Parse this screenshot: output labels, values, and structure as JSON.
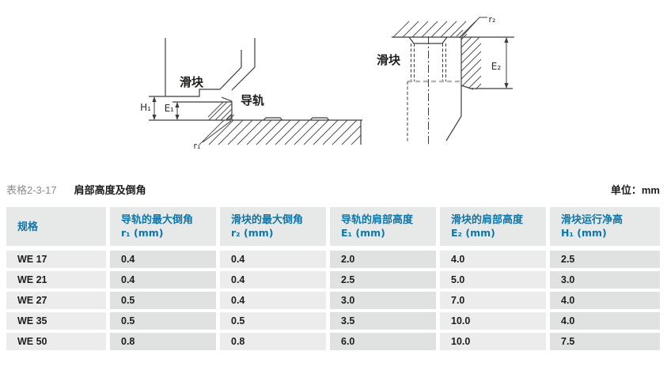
{
  "title": {
    "label": "表格2-3-17",
    "name": "肩部高度及倒角",
    "unit": "单位：mm"
  },
  "table": {
    "columns": [
      {
        "label": "规格",
        "sub": ""
      },
      {
        "label": "导轨的最大倒角",
        "sub": "r₁ (mm)"
      },
      {
        "label": "滑块的最大倒角",
        "sub": "r₂ (mm)"
      },
      {
        "label": "导轨的肩部高度",
        "sub": "E₁ (mm)"
      },
      {
        "label": "滑块的肩部高度",
        "sub": "E₂ (mm)"
      },
      {
        "label": "滑块运行净高",
        "sub": "H₁ (mm)"
      }
    ],
    "rows": [
      {
        "spec": "WE 17",
        "r1": "0.4",
        "r2": "0.4",
        "e1": "2.0",
        "e2": "4.0",
        "h1": "2.5"
      },
      {
        "spec": "WE 21",
        "r1": "0.4",
        "r2": "0.4",
        "e1": "2.5",
        "e2": "5.0",
        "h1": "3.0"
      },
      {
        "spec": "WE 27",
        "r1": "0.5",
        "r2": "0.4",
        "e1": "3.0",
        "e2": "7.0",
        "h1": "4.0"
      },
      {
        "spec": "WE 35",
        "r1": "0.5",
        "r2": "0.5",
        "e1": "3.5",
        "e2": "10.0",
        "h1": "4.0"
      },
      {
        "spec": "WE 50",
        "r1": "0.8",
        "r2": "0.8",
        "e1": "6.0",
        "e2": "10.0",
        "h1": "7.5"
      }
    ]
  },
  "diagram": {
    "left": {
      "slider_label": "滑块",
      "rail_label": "导轨",
      "dim_h1": "H₁",
      "dim_e1": "E₁",
      "dim_r1": "r₁"
    },
    "right": {
      "slider_label": "滑块",
      "dim_e2": "E₂",
      "dim_r2": "r₂"
    }
  },
  "colors": {
    "header_bg": "#e7e8e8",
    "header_text": "#0e76a8",
    "cell_light": "#ececec",
    "cell_dark": "#e0e1e1",
    "text": "#1d1d1b"
  }
}
